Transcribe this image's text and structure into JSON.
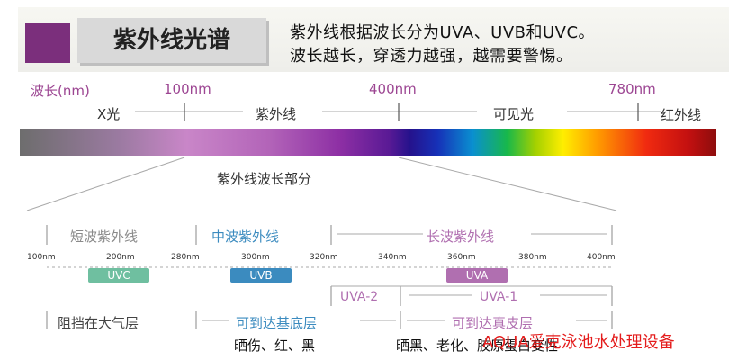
{
  "header": {
    "title": "紫外线光谱",
    "desc_line1": "紫外线根据波长分为UVA、UVB和UVC。",
    "desc_line2": "波长越长，穿透力越强，越需要警惕。"
  },
  "spectrum": {
    "wavelength_label": "波长(nm)",
    "ticks": [
      "100nm",
      "400nm",
      "780nm"
    ],
    "regions": [
      "X光",
      "紫外线",
      "可见光",
      "红外线"
    ],
    "zoom_label": "紫外线波长部分"
  },
  "uv_detail": {
    "bands": [
      "短波紫外线",
      "中波紫外线",
      "长波紫外线"
    ],
    "ticks": [
      "100nm",
      "200nm",
      "280nm",
      "300nm",
      "320nm",
      "340nm",
      "360nm",
      "380nm",
      "400nm"
    ],
    "types": [
      "UVC",
      "UVB",
      "UVA"
    ],
    "uva_sub": [
      "UVA-2",
      "UVA-1"
    ],
    "reach": [
      "阻挡在大气层",
      "可到达基底层",
      "可到达真皮层"
    ],
    "effects": [
      "晒伤、红、黑",
      "晒黑、老化、胶原蛋白变性"
    ]
  },
  "watermark": "AQUA爱克泳池水处理设备",
  "colors": {
    "accent_purple": "#7b2f7c",
    "uvc": "#6fbfa0",
    "uvb": "#3b8bbf",
    "uva": "#b06fb0",
    "watermark": "#e41c1c"
  }
}
